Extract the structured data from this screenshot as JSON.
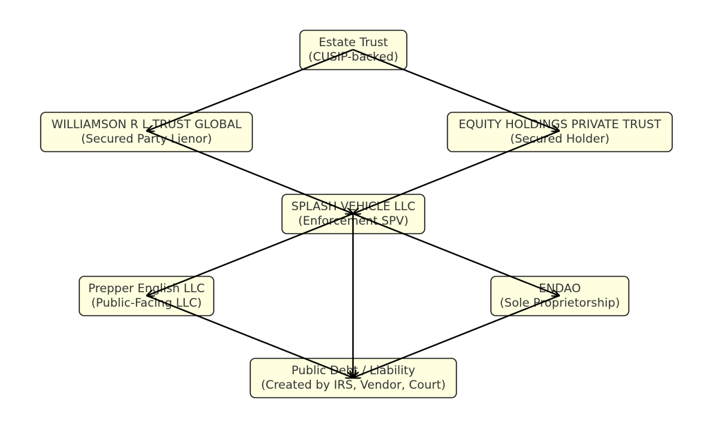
{
  "colors": {
    "node_fill": "#ffffe0",
    "node_stroke": "#222222",
    "edge": "#000000",
    "text": "#333333"
  },
  "nodes": [
    {
      "id": "estate",
      "line1": "Estate Trust",
      "line2": "(CUSIP-backed)"
    },
    {
      "id": "williamson",
      "line1": "WILLIAMSON R L TRUST GLOBAL",
      "line2": "(Secured Party Lienor)"
    },
    {
      "id": "equity",
      "line1": "EQUITY HOLDINGS PRIVATE TRUST",
      "line2": "(Secured Holder)"
    },
    {
      "id": "splash",
      "line1": "SPLASH VEHICLE LLC",
      "line2": "(Enforcement SPV)"
    },
    {
      "id": "prepper",
      "line1": "Prepper English LLC",
      "line2": "(Public-Facing LLC)"
    },
    {
      "id": "endao",
      "line1": "ENDAO",
      "line2": "(Sole Proprietorship)"
    },
    {
      "id": "debt",
      "line1": "Public Debt / Liability",
      "line2": "(Created by IRS, Vendor, Court)"
    }
  ],
  "edges": [
    {
      "from": "estate",
      "to": "williamson"
    },
    {
      "from": "estate",
      "to": "equity"
    },
    {
      "from": "williamson",
      "to": "splash"
    },
    {
      "from": "equity",
      "to": "splash"
    },
    {
      "from": "splash",
      "to": "prepper"
    },
    {
      "from": "splash",
      "to": "endao"
    },
    {
      "from": "splash",
      "to": "debt"
    },
    {
      "from": "prepper",
      "to": "debt"
    },
    {
      "from": "endao",
      "to": "debt"
    }
  ]
}
